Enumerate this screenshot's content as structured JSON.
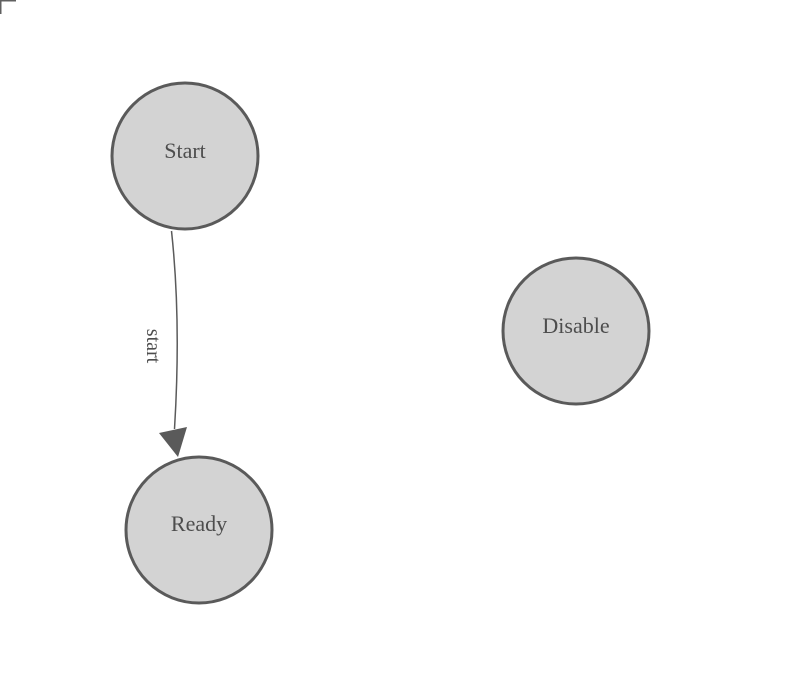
{
  "diagram": {
    "type": "state-machine",
    "background": "#ffffff",
    "colors": {
      "node_fill": "#d3d3d3",
      "node_stroke": "#5a5a5a",
      "edge_stroke": "#5a5a5a",
      "label_text": "#4d4d4d",
      "corner_mark": "#606060"
    },
    "nodes": [
      {
        "id": "start",
        "label": "Start"
      },
      {
        "id": "ready",
        "label": "Ready"
      },
      {
        "id": "disable",
        "label": "Disable"
      }
    ],
    "edges": [
      {
        "from": "start",
        "to": "ready",
        "label": "start"
      }
    ]
  }
}
